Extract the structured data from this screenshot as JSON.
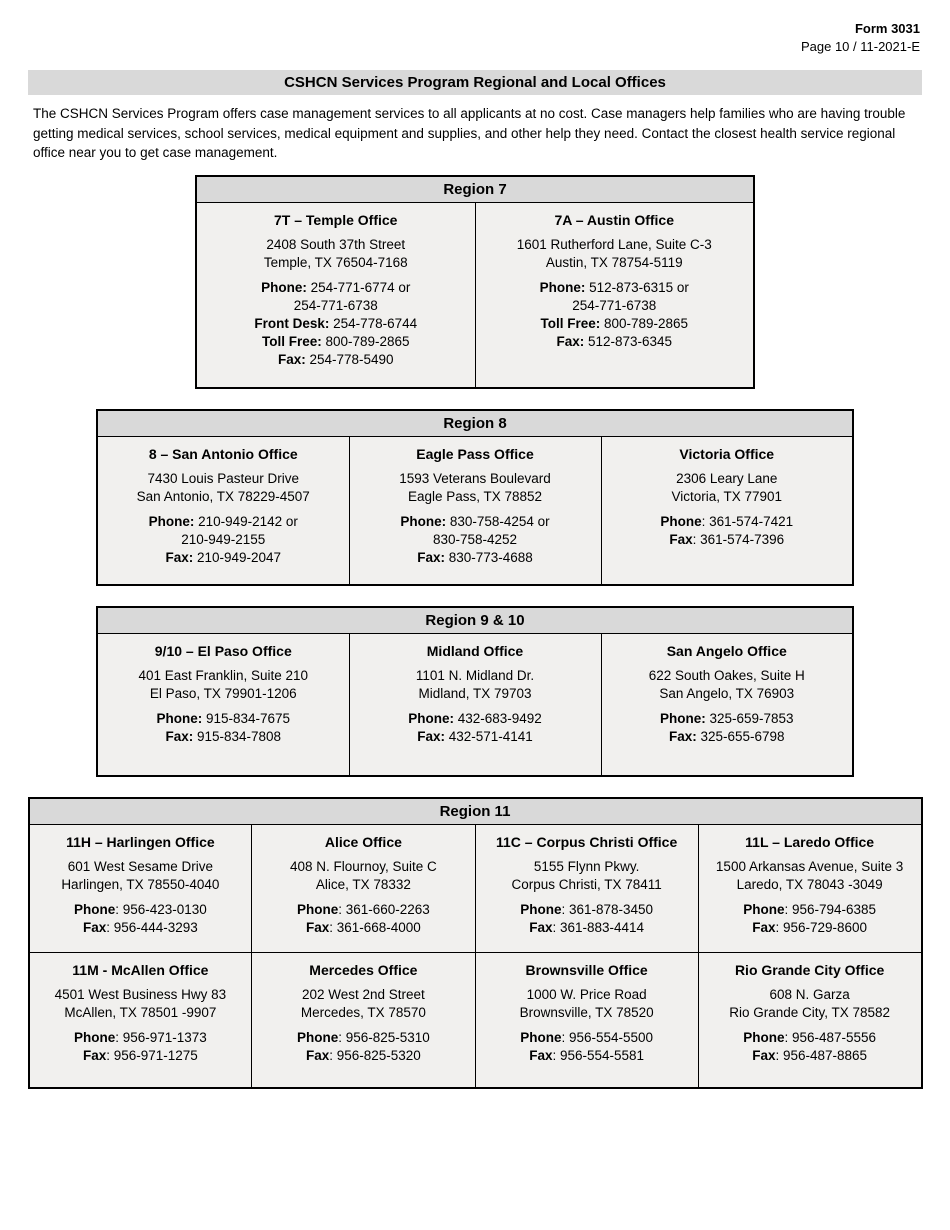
{
  "page": {
    "form_number": "Form 3031",
    "page_info": "Page 10 / 11-2021-E",
    "title": "CSHCN Services Program Regional and Local Offices",
    "intro": "The CSHCN Services Program offers case management services to all applicants at no cost. Case managers help families who are having trouble getting medical services, school services, medical equipment and supplies, and other help they need. Contact the closest health service regional office near you to get case management."
  },
  "colors": {
    "title_bar_bg": "#d9d9d9",
    "table_header_bg": "#d9d9d9",
    "table_cell_bg": "#f1f0ee",
    "border": "#000000"
  },
  "regions": [
    {
      "name": "Region 7",
      "rows": [
        {
          "offices": [
            {
              "name": "7T – Temple Office",
              "address": [
                "2408 South 37th Street",
                "Temple, TX 76504-7168"
              ],
              "contacts": [
                {
                  "bold": "Phone:",
                  "rest": " 254-771-6774 or"
                },
                {
                  "bold": "",
                  "rest": "254-771-6738"
                },
                {
                  "bold": "Front Desk:",
                  "rest": " 254-778-6744"
                },
                {
                  "bold": "Toll Free:",
                  "rest": " 800-789-2865"
                },
                {
                  "bold": "Fax:",
                  "rest": " 254-778-5490"
                }
              ]
            },
            {
              "name": "7A – Austin Office",
              "address": [
                "1601 Rutherford Lane, Suite C-3",
                "Austin, TX 78754-5119"
              ],
              "contacts": [
                {
                  "bold": "Phone:",
                  "rest": " 512-873-6315 or"
                },
                {
                  "bold": "",
                  "rest": "254-771-6738"
                },
                {
                  "bold": "Toll Free:",
                  "rest": " 800-789-2865"
                },
                {
                  "bold": "Fax:",
                  "rest": " 512-873-6345"
                }
              ]
            }
          ]
        }
      ]
    },
    {
      "name": "Region 8",
      "rows": [
        {
          "offices": [
            {
              "name": "8 – San Antonio Office",
              "address": [
                "7430 Louis Pasteur Drive",
                "San Antonio, TX 78229-4507"
              ],
              "contacts": [
                {
                  "bold": "Phone:",
                  "rest": " 210-949-2142 or"
                },
                {
                  "bold": "",
                  "rest": "210-949-2155"
                },
                {
                  "bold": "Fax:",
                  "rest": " 210-949-2047"
                }
              ]
            },
            {
              "name": "Eagle Pass Office",
              "address": [
                "1593 Veterans Boulevard",
                "Eagle Pass, TX 78852"
              ],
              "contacts": [
                {
                  "bold": "Phone:",
                  "rest": " 830-758-4254 or"
                },
                {
                  "bold": "",
                  "rest": "830-758-4252"
                },
                {
                  "bold": "Fax:",
                  "rest": " 830-773-4688"
                }
              ]
            },
            {
              "name": "Victoria Office",
              "address": [
                "2306 Leary Lane",
                "Victoria, TX 77901"
              ],
              "contacts": [
                {
                  "bold": "Phone",
                  "rest": ": 361-574-7421"
                },
                {
                  "bold": "Fax",
                  "rest": ": 361-574-7396"
                }
              ]
            }
          ]
        }
      ]
    },
    {
      "name": "Region 9 & 10",
      "rows": [
        {
          "offices": [
            {
              "name": "9/10 – El Paso Office",
              "address": [
                "401 East Franklin, Suite 210",
                "El Paso, TX 79901-1206"
              ],
              "contacts": [
                {
                  "bold": "Phone:",
                  "rest": " 915-834-7675"
                },
                {
                  "bold": "Fax:",
                  "rest": " 915-834-7808"
                }
              ]
            },
            {
              "name": "Midland Office",
              "address": [
                "1101 N. Midland Dr.",
                "Midland, TX 79703"
              ],
              "contacts": [
                {
                  "bold": "Phone:",
                  "rest": " 432-683-9492"
                },
                {
                  "bold": "Fax:",
                  "rest": " 432-571-4141"
                }
              ]
            },
            {
              "name": "San Angelo Office",
              "address": [
                "622 South Oakes, Suite H",
                "San Angelo, TX 76903"
              ],
              "contacts": [
                {
                  "bold": "Phone:",
                  "rest": " 325-659-7853"
                },
                {
                  "bold": "Fax:",
                  "rest": " 325-655-6798"
                }
              ]
            }
          ]
        }
      ]
    },
    {
      "name": "Region 11",
      "rows": [
        {
          "offices": [
            {
              "name": "11H – Harlingen Office",
              "address": [
                "601 West Sesame Drive",
                "Harlingen, TX 78550-4040"
              ],
              "contacts": [
                {
                  "bold": "Phone",
                  "rest": ": 956-423-0130"
                },
                {
                  "bold": "Fax",
                  "rest": ": 956-444-3293"
                }
              ]
            },
            {
              "name": "Alice Office",
              "address": [
                "408 N. Flournoy, Suite C",
                "Alice, TX 78332"
              ],
              "contacts": [
                {
                  "bold": "Phone",
                  "rest": ": 361-660-2263"
                },
                {
                  "bold": "Fax",
                  "rest": ": 361-668-4000"
                }
              ]
            },
            {
              "name": "11C – Corpus Christi Office",
              "address": [
                "5155 Flynn Pkwy.",
                "Corpus Christi, TX 78411"
              ],
              "contacts": [
                {
                  "bold": "Phone",
                  "rest": ": 361-878-3450"
                },
                {
                  "bold": "Fax",
                  "rest": ": 361-883-4414"
                }
              ]
            },
            {
              "name": "11L – Laredo Office",
              "address": [
                "1500 Arkansas Avenue, Suite 3",
                "Laredo, TX 78043 -3049"
              ],
              "contacts": [
                {
                  "bold": "Phone",
                  "rest": ": 956-794-6385"
                },
                {
                  "bold": "Fax",
                  "rest": ": 956-729-8600"
                }
              ]
            }
          ]
        },
        {
          "offices": [
            {
              "name": "11M - McAllen Office",
              "address": [
                "4501 West Business Hwy 83",
                "McAllen, TX 78501 -9907"
              ],
              "contacts": [
                {
                  "bold": "Phone",
                  "rest": ": 956-971-1373"
                },
                {
                  "bold": "Fax",
                  "rest": ": 956-971-1275"
                }
              ]
            },
            {
              "name": "Mercedes Office",
              "address": [
                "202 West 2nd Street",
                "Mercedes, TX 78570"
              ],
              "contacts": [
                {
                  "bold": "Phone",
                  "rest": ": 956-825-5310"
                },
                {
                  "bold": "Fax",
                  "rest": ": 956-825-5320"
                }
              ]
            },
            {
              "name": "Brownsville Office",
              "address": [
                "1000 W. Price Road",
                "Brownsville, TX 78520"
              ],
              "contacts": [
                {
                  "bold": "Phone",
                  "rest": ": 956-554-5500"
                },
                {
                  "bold": "Fax",
                  "rest": ": 956-554-5581"
                }
              ]
            },
            {
              "name": "Rio Grande City Office",
              "address": [
                "608 N. Garza",
                "Rio Grande City, TX 78582"
              ],
              "contacts": [
                {
                  "bold": "Phone",
                  "rest": ": 956-487-5556"
                },
                {
                  "bold": "Fax",
                  "rest": ": 956-487-8865"
                }
              ]
            }
          ]
        }
      ]
    }
  ]
}
